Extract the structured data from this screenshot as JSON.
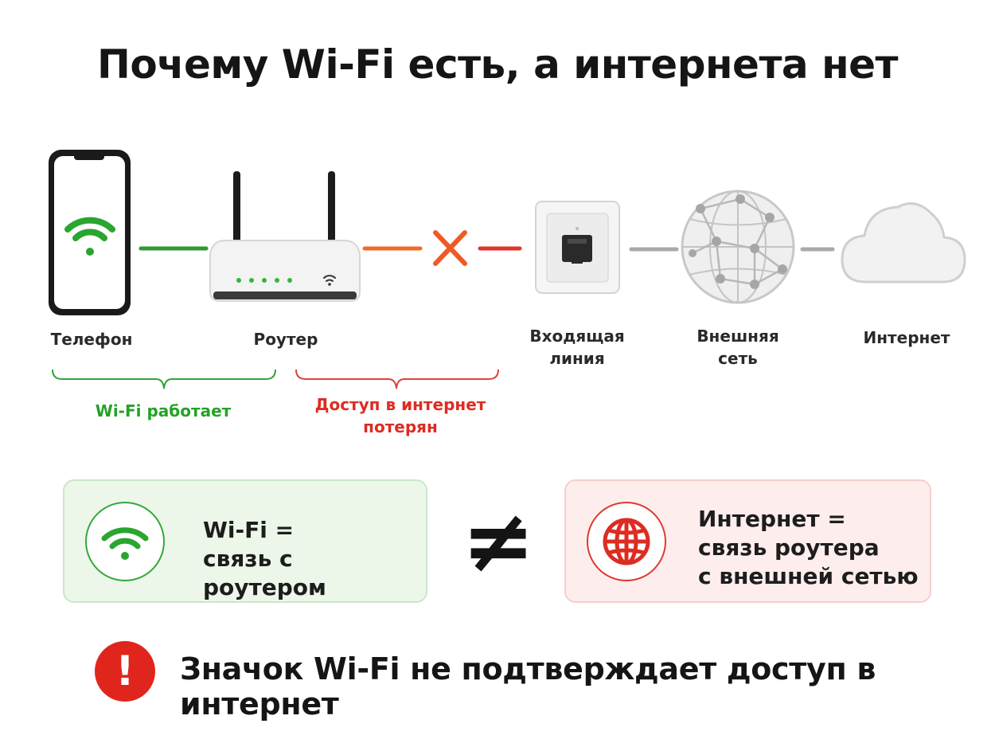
{
  "title": "Почему Wi-Fi есть, а интернета нет",
  "nodes": {
    "phone": "Телефон",
    "router": "Роутер",
    "incoming_line_1": "Входящая",
    "incoming_line_2": "линия",
    "external_net_1": "Внешняя",
    "external_net_2": "сеть",
    "internet": "Интернет"
  },
  "brackets": {
    "wifi_works": "Wi-Fi работает",
    "access_lost_1": "Доступ в интернет",
    "access_lost_2": "потерян"
  },
  "comparison": {
    "wifi_title": "Wi-Fi =",
    "wifi_desc": "связь с роутером",
    "neq": "≠",
    "internet_title": "Интернет =",
    "internet_desc_1": "связь роутера",
    "internet_desc_2": "с внешней сетью"
  },
  "footer": {
    "note": "Значок Wi-Fi не подтверждает доступ в интернет",
    "alert_symbol": "!"
  },
  "colors": {
    "ok_green": "#22a326",
    "error_red": "#dd2c22",
    "link_orange": "#f26a2a",
    "neutral_gray": "#a9a9a9"
  },
  "icons": {
    "phone": "smartphone-icon",
    "wifi": "wifi-icon",
    "router": "router-icon",
    "broken": "cross-icon",
    "socket": "ethernet-socket-icon",
    "globe": "globe-network-icon",
    "cloud": "cloud-icon",
    "globe_small": "globe-icon",
    "alert": "exclamation-icon"
  }
}
